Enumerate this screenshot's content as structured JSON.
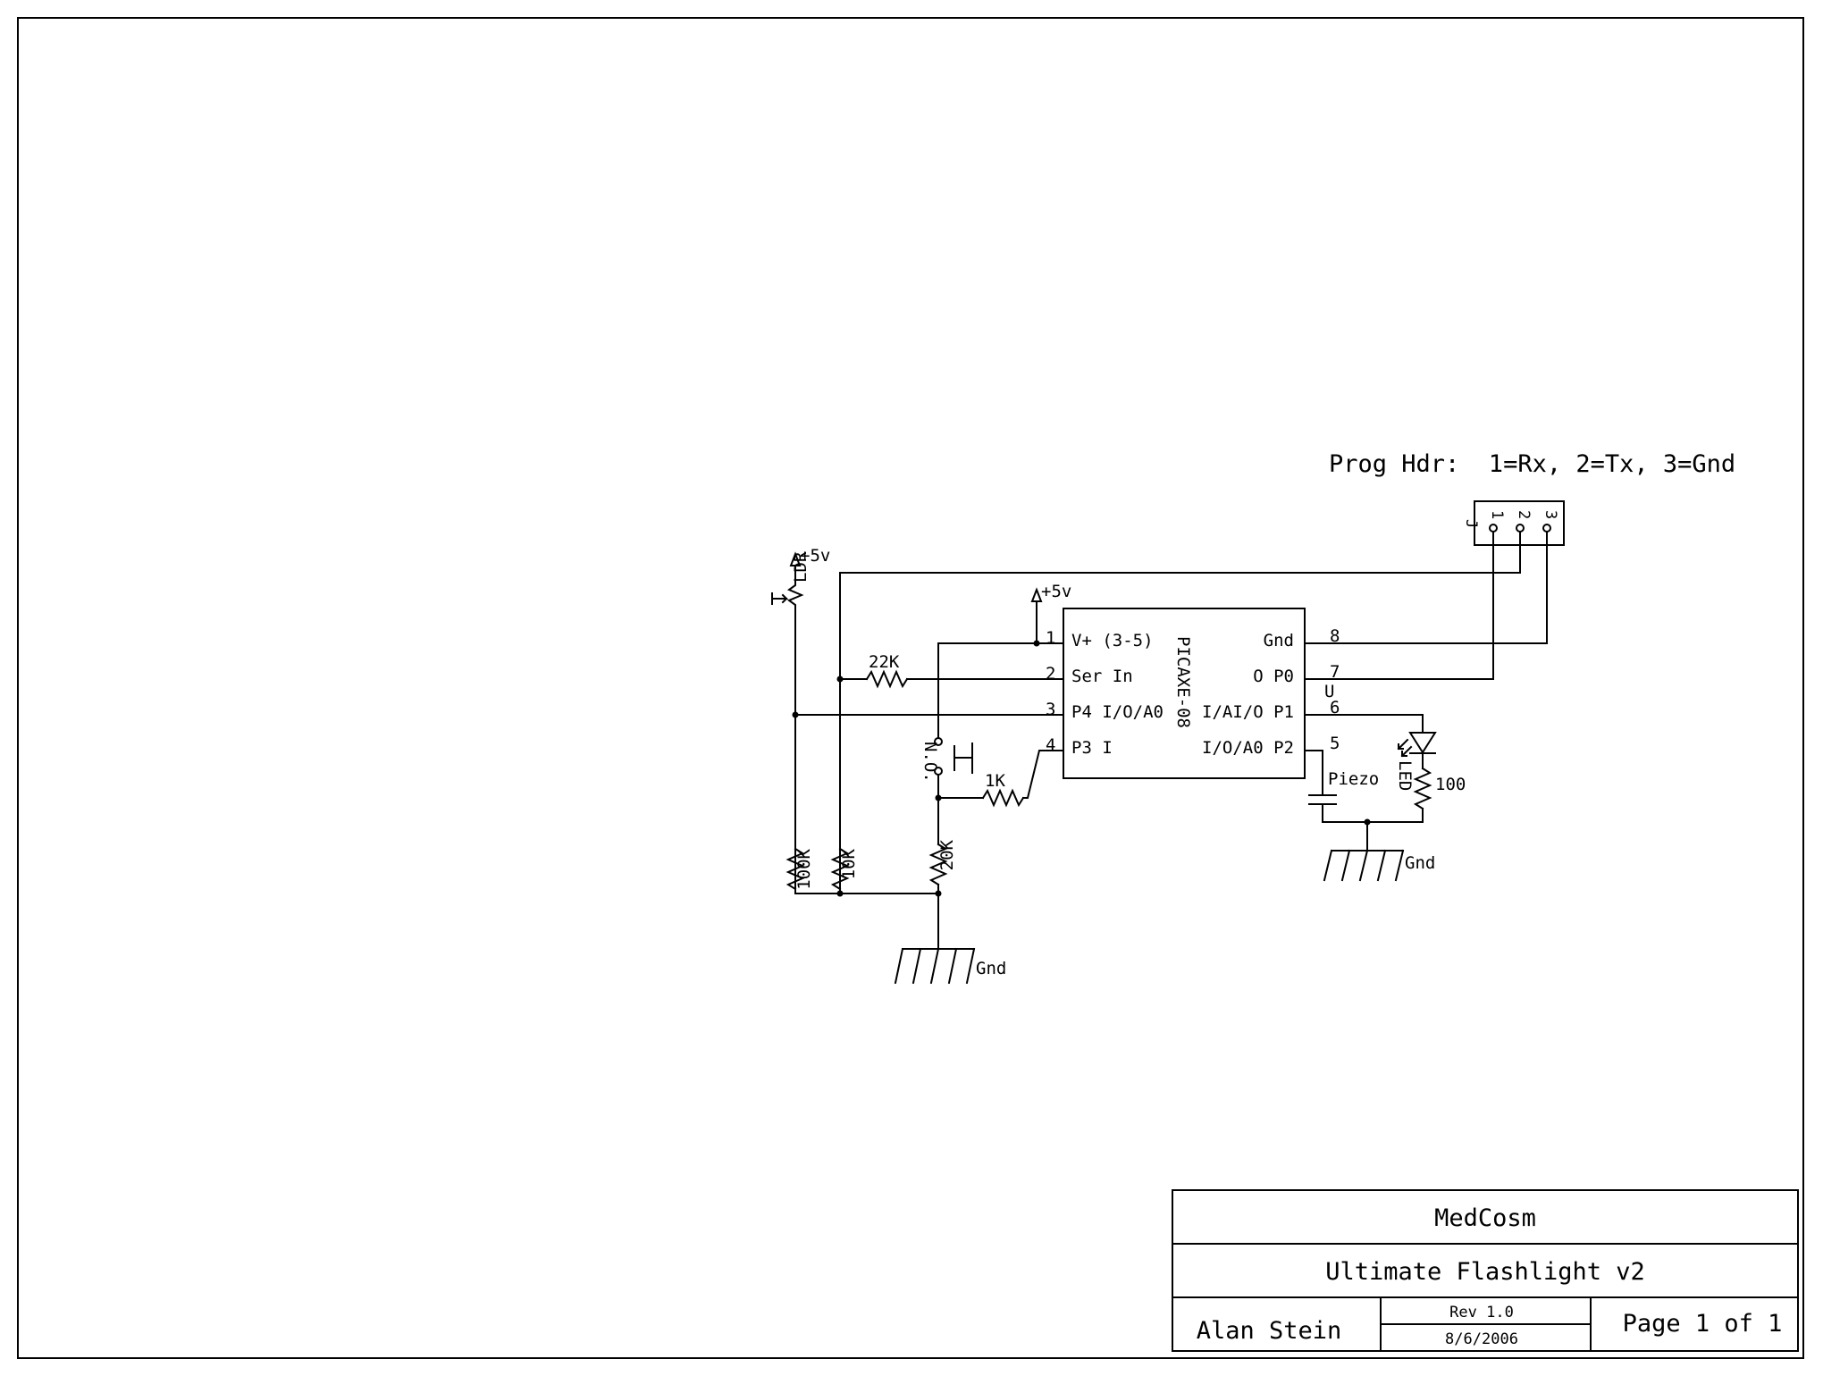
{
  "header_note": "Prog Hdr:  1=Rx, 2=Tx, 3=Gnd",
  "power": {
    "ldr_supply": "+5v",
    "ic_supply": "+5v"
  },
  "connector": {
    "ref": "J",
    "pins": [
      "1",
      "2",
      "3"
    ]
  },
  "ic": {
    "name": "PICAXE-08",
    "pin_numbers": [
      "1",
      "2",
      "3",
      "4",
      "8",
      "7",
      "6",
      "5"
    ],
    "left_labels": [
      "V+ (3-5)",
      "Ser In",
      "P4 I/O/A0",
      "P3 I"
    ],
    "right_labels": [
      "Gnd",
      "O P0",
      "I/AI/O P1",
      "I/O/A0 P2"
    ],
    "ref": "U"
  },
  "components": {
    "ldr": "LDR",
    "r_serial": "22K",
    "r_input": "1K",
    "r_pull_100k": "100K",
    "r_pull_10k": "10K",
    "r_pull_20k": "20K",
    "switch": "N.O.",
    "piezo": "Piezo",
    "led": "LED",
    "r_led": "100"
  },
  "grounds": {
    "main": "Gnd",
    "output": "Gnd"
  },
  "title_block": {
    "company": "MedCosm",
    "title": "Ultimate Flashlight v2",
    "author": "Alan Stein",
    "revision": "Rev 1.0",
    "date": "8/6/2006",
    "page": "Page 1 of 1"
  }
}
